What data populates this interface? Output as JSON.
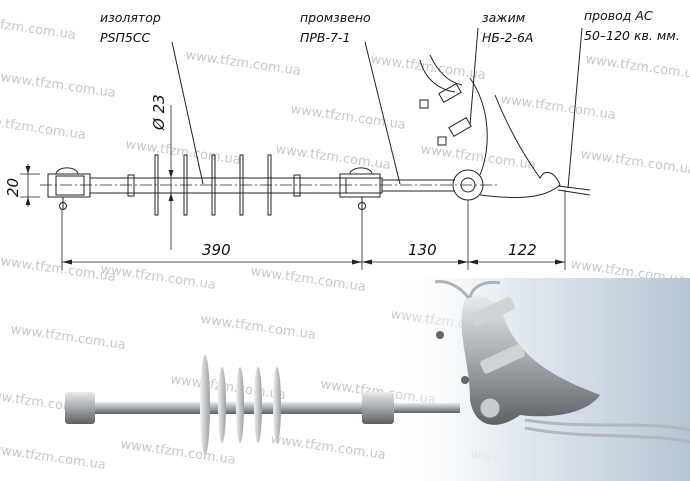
{
  "labels": {
    "insulator_title": "изолятор",
    "insulator_model": "PSП5CC",
    "link_title": "промзвено",
    "link_model": "ПРВ-7-1",
    "clamp_title": "зажим",
    "clamp_model": "НБ-2-6А",
    "wire_title": "провод АС",
    "wire_spec": "50–120 кв. мм."
  },
  "dimensions": {
    "height": "20",
    "diameter": "Ø 23",
    "insulator_length": "390",
    "link_length": "130",
    "clamp_length": "122"
  },
  "watermark": "www.tfzm.com.ua",
  "colors": {
    "line": "#222222",
    "watermark": "#c8c8c8",
    "metal": "#a9adb2"
  }
}
